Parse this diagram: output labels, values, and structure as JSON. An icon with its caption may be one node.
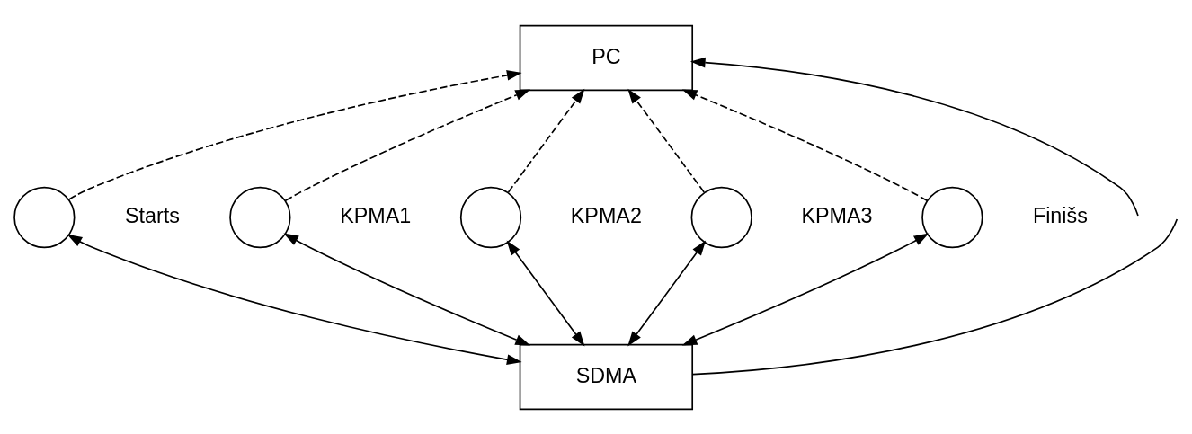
{
  "diagram": {
    "nodes": [
      {
        "text": [
          "PC"
        ]
      },
      {
        "text": [],
        "shape": "circle",
        "beside": [
          "Starts"
        ]
      },
      {
        "text": [],
        "shape": "circle",
        "beside": [
          "KPMA1"
        ]
      },
      {
        "text": [],
        "shape": "circle",
        "beside": [
          "KPMA2"
        ]
      },
      {
        "text": [],
        "shape": "circle",
        "beside": [
          "KPMA3"
        ]
      },
      {
        "text": [],
        "shape": "circle",
        "beside": [
          "Finišs"
        ]
      },
      {
        "text": [
          "SDMA"
        ]
      }
    ],
    "edges": [
      {
        "from": 1,
        "to": 0,
        "arrow": "to",
        "style": "dashed"
      },
      {
        "from": 2,
        "to": 0,
        "arrow": "to",
        "style": "dashed"
      },
      {
        "from": 3,
        "to": 0,
        "arrow": "to",
        "style": "dashed"
      },
      {
        "from": 4,
        "to": 0,
        "arrow": "to",
        "style": "dashed"
      },
      {
        "from": 5,
        "to": 0,
        "arrow": "to",
        "style": "dashed"
      },
      {
        "from": null,
        "to": 0,
        "arrow": "to"
      },
      {
        "from": 6,
        "to": 1,
        "arrow": "both"
      },
      {
        "from": 6,
        "to": 2,
        "arrow": "both"
      },
      {
        "from": 6,
        "to": 3,
        "arrow": "both"
      },
      {
        "from": 6,
        "to": 4,
        "arrow": "both"
      },
      {
        "from": 6,
        "to": 5,
        "arrow": "both"
      },
      {
        "from": 6,
        "to": null,
        "arrow": "none"
      }
    ]
  }
}
